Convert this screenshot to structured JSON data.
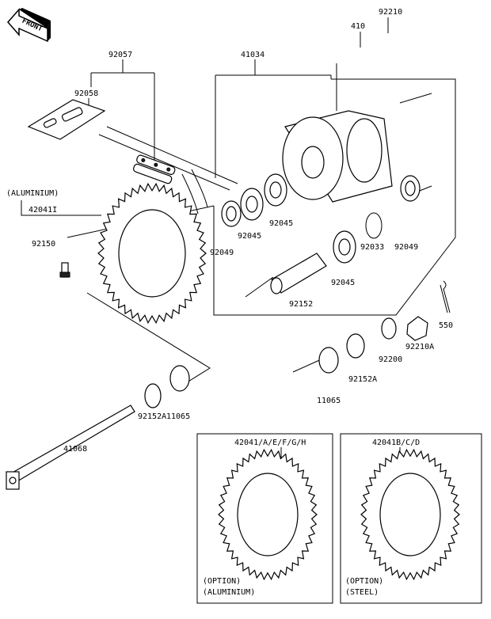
{
  "front_badge": "FRONT",
  "labels": {
    "p92210": "92210",
    "p410": "410",
    "p92057": "92057",
    "p41034": "41034",
    "p92058": "92058",
    "aluminium": "(ALUMINIUM)",
    "p42041I": "42041I",
    "p92150": "92150",
    "p92045a": "92045",
    "p92045b": "92045",
    "p92045c": "92045",
    "p92049a": "92049",
    "p92049b": "92049",
    "p92033": "92033",
    "p92152": "92152",
    "p550": "550",
    "p92210A": "92210A",
    "p92200": "92200",
    "p92152Aa": "92152A",
    "p11065a": "11065",
    "p11065b": "11065",
    "p92152Ab": "92152A",
    "p41068": "41068"
  },
  "options": [
    {
      "part": "42041/A/E/F/G/H",
      "line1": "(OPTION)",
      "line2": "(ALUMINIUM)"
    },
    {
      "part": "42041B/C/D",
      "line1": "(OPTION)",
      "line2": "(STEEL)"
    }
  ]
}
